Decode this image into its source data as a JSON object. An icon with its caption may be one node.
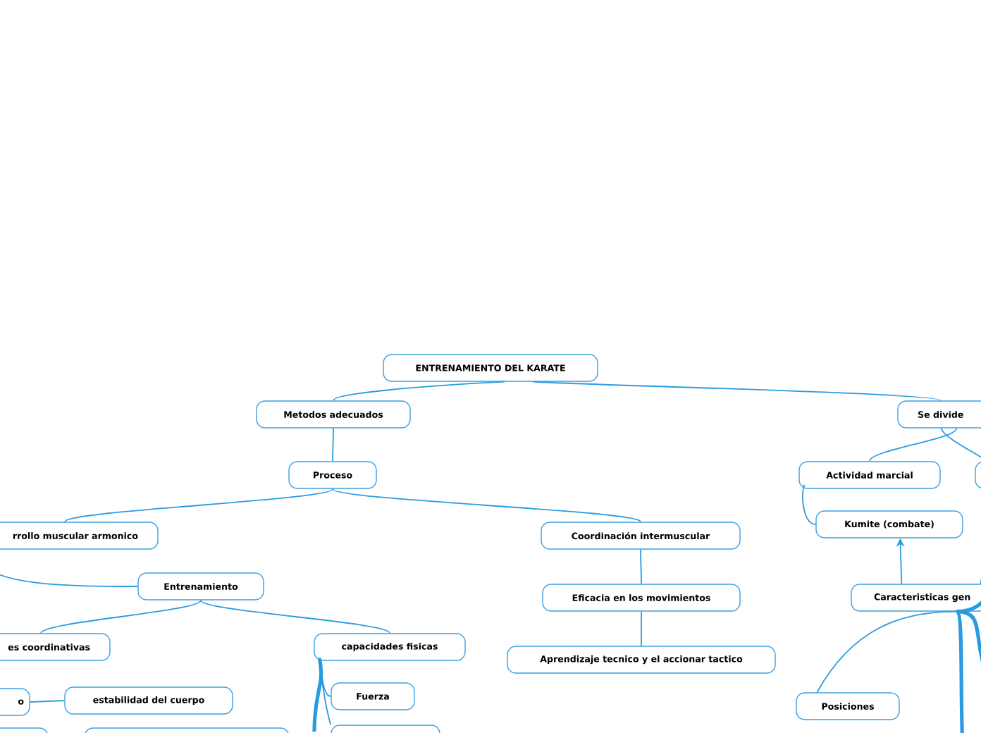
{
  "diagram": {
    "nodes": [
      {
        "text": [
          "ENTRENAMIENTO DEL KARATE"
        ]
      },
      {
        "text": [
          "Metodos adecuados"
        ]
      },
      {
        "text": [
          "Proceso"
        ]
      },
      {
        "text": [
          "rrollo muscular armonico"
        ]
      },
      {
        "text": [
          "Coordinación intermuscular"
        ]
      },
      {
        "text": [
          "Entrenamiento"
        ]
      },
      {
        "text": [
          "es coordinativas"
        ]
      },
      {
        "text": [
          "capacidades fisicas"
        ]
      },
      {
        "text": [
          "Eficacia en los movimientos"
        ]
      },
      {
        "text": [
          "Aprendizaje tecnico y el accionar tactico"
        ]
      },
      {
        "text": [
          "Se divide"
        ]
      },
      {
        "text": [],
        "shape": "box"
      },
      {
        "text": [
          "Actividad marcial"
        ]
      },
      {
        "text": [
          "Kumite (combate)"
        ]
      },
      {
        "text": [
          "Caracteristicas gen"
        ]
      },
      {
        "text": [
          "Posiciones"
        ]
      },
      {
        "text": [
          "o"
        ]
      },
      {
        "text": [
          "estabilidad del cuerpo"
        ]
      },
      {
        "text": [
          "Fuerza"
        ]
      },
      {
        "text": [],
        "shape": "box"
      },
      {
        "text": [],
        "shape": "box"
      },
      {
        "text": [],
        "shape": "box"
      }
    ],
    "edges": [
      {
        "from": 0,
        "to": 1,
        "arrow": "none"
      },
      {
        "from": 0,
        "to": 10,
        "arrow": "none"
      },
      {
        "from": 1,
        "to": 2,
        "arrow": "none"
      },
      {
        "from": 2,
        "to": 3,
        "arrow": "none"
      },
      {
        "from": 2,
        "to": 4,
        "arrow": "none"
      },
      {
        "from": null,
        "to": 5,
        "arrow": "none"
      },
      {
        "from": 5,
        "to": 6,
        "arrow": "none"
      },
      {
        "from": 5,
        "to": 7,
        "arrow": "none"
      },
      {
        "from": 4,
        "to": 8,
        "arrow": "none"
      },
      {
        "from": 8,
        "to": 9,
        "arrow": "none"
      },
      {
        "from": 10,
        "to": 12,
        "arrow": "none"
      },
      {
        "from": 10,
        "to": 11,
        "arrow": "none"
      },
      {
        "from": 12,
        "to": 13,
        "arrow": "none"
      },
      {
        "from": 14,
        "to": 13,
        "arrow": "to"
      },
      {
        "from": 14,
        "to": null,
        "arrow": "none"
      },
      {
        "from": 14,
        "to": 15,
        "arrow": "none"
      },
      {
        "from": 14,
        "to": null,
        "arrow": "none",
        "style": "thick"
      },
      {
        "from": 14,
        "to": null,
        "arrow": "none",
        "style": "thick"
      },
      {
        "from": 14,
        "to": null,
        "arrow": "none",
        "style": "thick"
      },
      {
        "from": 16,
        "to": 17,
        "arrow": "none"
      },
      {
        "from": 7,
        "to": 18,
        "arrow": "none"
      },
      {
        "from": 7,
        "to": 19,
        "arrow": "none"
      },
      {
        "from": 7,
        "to": null,
        "arrow": "none",
        "style": "thick"
      }
    ]
  }
}
